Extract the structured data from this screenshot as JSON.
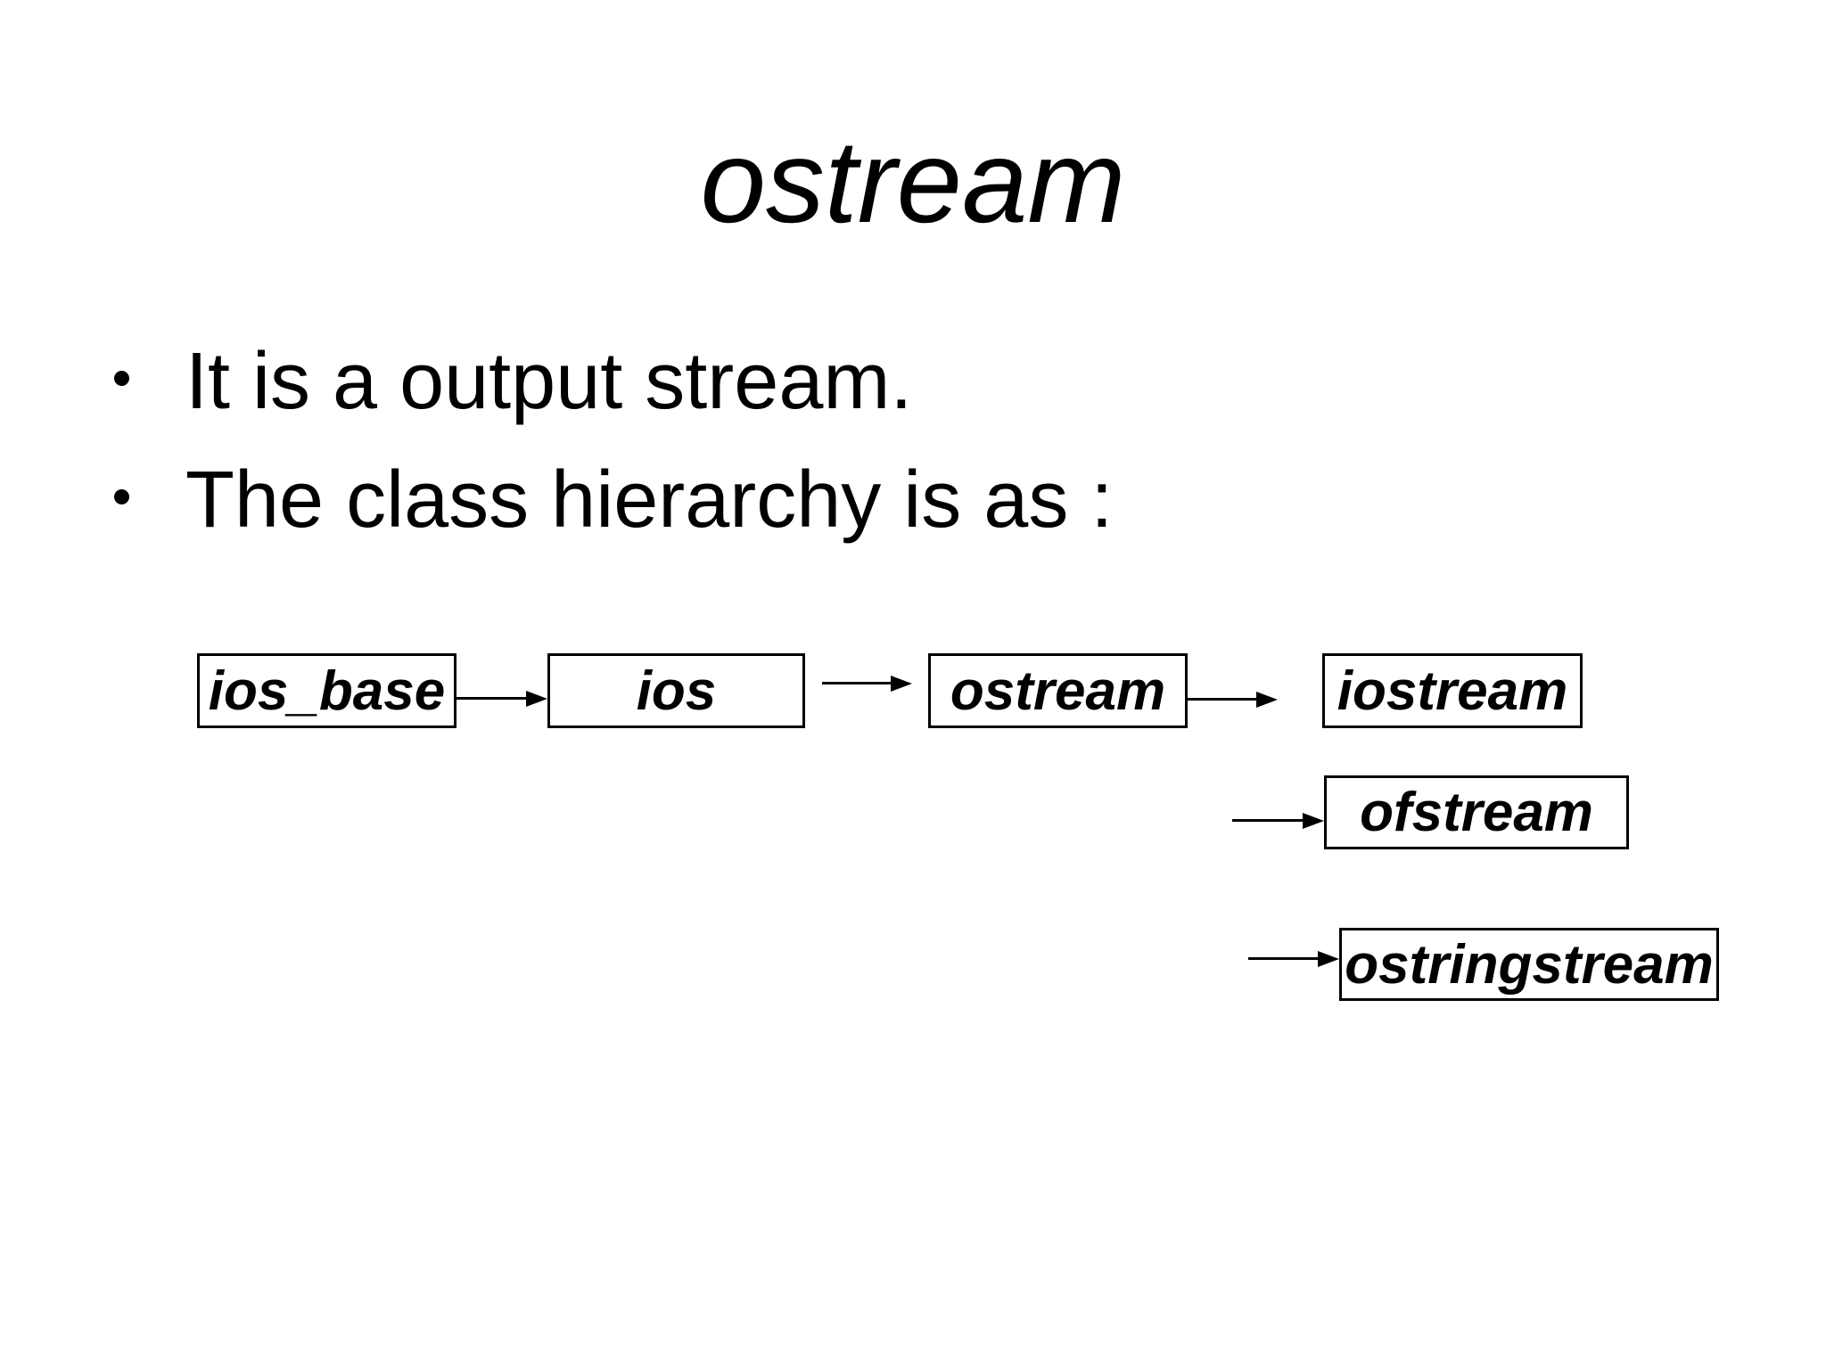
{
  "slide": {
    "title": "ostream",
    "bullets": [
      "It is a output stream.",
      "The class hierarchy is as :"
    ]
  },
  "diagram": {
    "nodes": [
      {
        "id": "ios_base",
        "label": "ios_base"
      },
      {
        "id": "ios",
        "label": "ios"
      },
      {
        "id": "ostream",
        "label": "ostream"
      },
      {
        "id": "iostream",
        "label": "iostream"
      },
      {
        "id": "ofstream",
        "label": "ofstream"
      },
      {
        "id": "ostringstream",
        "label": "ostringstream"
      }
    ],
    "edges": [
      {
        "from": "ios_base",
        "to": "ios"
      },
      {
        "from": "ios",
        "to": "ostream"
      },
      {
        "from": "ostream",
        "to": "iostream"
      },
      {
        "from": "",
        "to": "ofstream"
      },
      {
        "from": "",
        "to": "ostringstream"
      }
    ]
  },
  "colors": {
    "background": "#ffffff",
    "text": "#000000",
    "box_border": "#000000"
  }
}
